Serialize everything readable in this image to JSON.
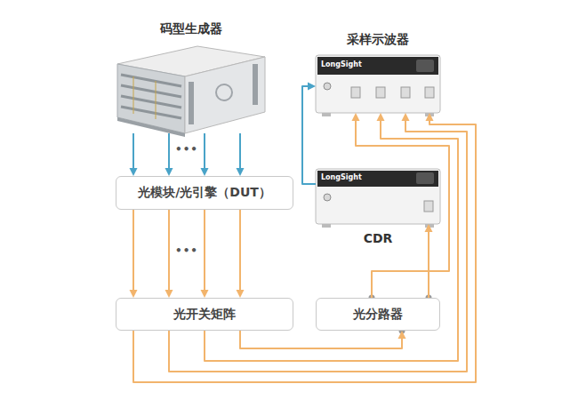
{
  "diagram": {
    "nodes": [
      {
        "text": [
          "码型生成器"
        ]
      },
      {
        "text": [
          "采样示波器"
        ]
      },
      {
        "text": [
          "光模块/光引擎（DUT）"
        ]
      },
      {
        "text": [
          "CDR"
        ]
      },
      {
        "text": [
          "光开关矩阵"
        ]
      },
      {
        "text": [
          "光分路器"
        ]
      }
    ],
    "edges": [
      {
        "from": 0,
        "to": 2,
        "arrow": "to"
      },
      {
        "from": 0,
        "to": 2,
        "arrow": "to"
      },
      {
        "from": 0,
        "to": 2,
        "arrow": "to"
      },
      {
        "from": 0,
        "to": 2,
        "arrow": "to"
      },
      {
        "from": 2,
        "to": 4,
        "arrow": "to"
      },
      {
        "from": 2,
        "to": 4,
        "arrow": "to"
      },
      {
        "from": 2,
        "to": 4,
        "arrow": "to"
      },
      {
        "from": 2,
        "to": 4,
        "arrow": "to"
      },
      {
        "from": 3,
        "to": 1,
        "arrow": "to"
      },
      {
        "from": 4,
        "to": 5,
        "arrow": "to"
      },
      {
        "from": 4,
        "to": 1,
        "arrow": "to"
      },
      {
        "from": 4,
        "to": 1,
        "arrow": "to"
      },
      {
        "from": 4,
        "to": 1,
        "arrow": "to"
      },
      {
        "from": 5,
        "to": 1,
        "arrow": "to"
      },
      {
        "from": 5,
        "to": 3,
        "arrow": "to"
      }
    ],
    "labels": [
      "•••",
      "•••",
      "LongSight",
      "LongSight"
    ]
  }
}
